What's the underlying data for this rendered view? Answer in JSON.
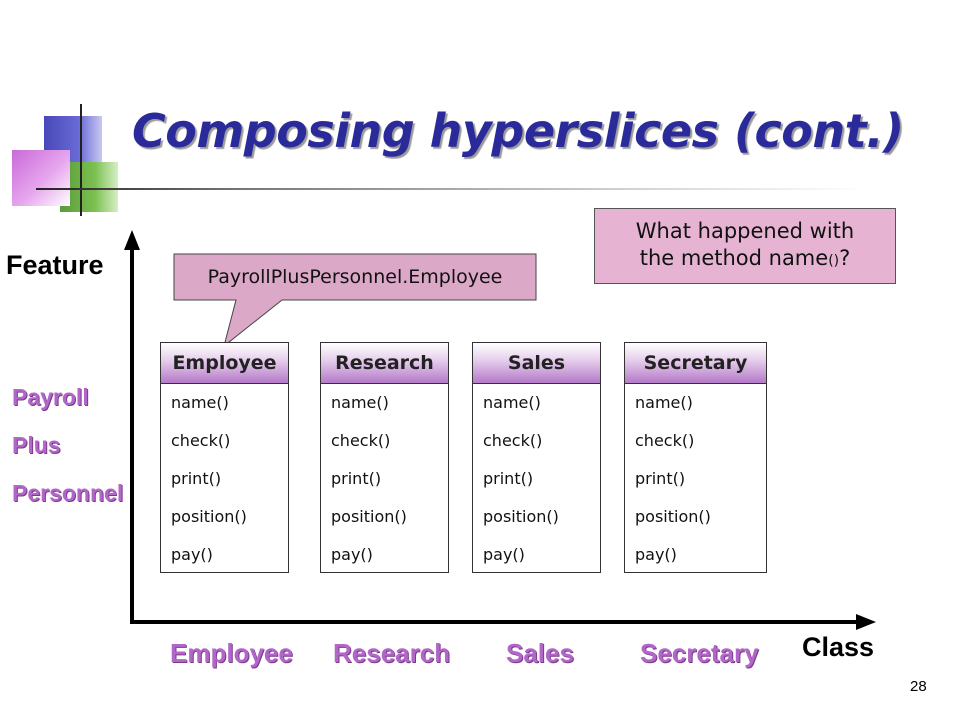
{
  "title": "Composing hyperslices (cont.)",
  "note": {
    "line1": "What happened with",
    "line2_prefix": "the method name",
    "line2_paren": "()",
    "line2_suffix": "?"
  },
  "callout": "PayrollPlusPersonnel.Employee",
  "axes": {
    "y_label": "Feature",
    "x_label": "Class"
  },
  "feature_labels": [
    "Payroll",
    "Plus",
    "Personnel"
  ],
  "class_labels": [
    "Employee",
    "Research",
    "Sales",
    "Secretary"
  ],
  "boxes": [
    {
      "title": "Employee",
      "methods": [
        "name()",
        "check()",
        "print()",
        "position()",
        "pay()"
      ]
    },
    {
      "title": "Research",
      "methods": [
        "name()",
        "check()",
        "print()",
        "position()",
        "pay()"
      ]
    },
    {
      "title": "Sales",
      "methods": [
        "name()",
        "check()",
        "print()",
        "position()",
        "pay()"
      ]
    },
    {
      "title": "Secretary",
      "methods": [
        "name()",
        "check()",
        "print()",
        "position()",
        "pay()"
      ]
    }
  ],
  "page_number": "28",
  "colors": {
    "title": "#2a2a9a",
    "accent_purple": "#b266c8",
    "note_fill": "#e6b4d2",
    "callout_fill": "#dca8c8"
  },
  "icons": [
    "decorative-squares",
    "arrow-up",
    "arrow-right"
  ]
}
